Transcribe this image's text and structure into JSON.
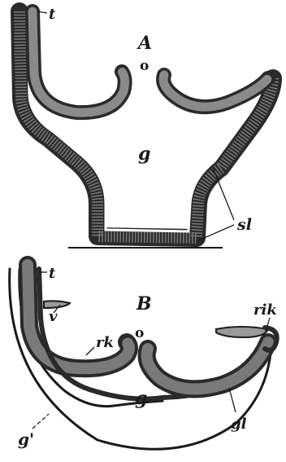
{
  "figure": {
    "panel_a": {
      "title": "A",
      "labels": {
        "t": "t",
        "o": "o",
        "g": "g",
        "sl": "sl"
      }
    },
    "panel_b": {
      "title": "B",
      "labels": {
        "t": "t",
        "v": "v",
        "rk": "rk",
        "o": "o",
        "rik": "rik",
        "g": "g",
        "g_prime": "g'",
        "gl": "gl"
      }
    }
  },
  "colors": {
    "ink": "#1a1a1a",
    "cell_layer": "#5a5a5a",
    "background": "#ffffff"
  }
}
